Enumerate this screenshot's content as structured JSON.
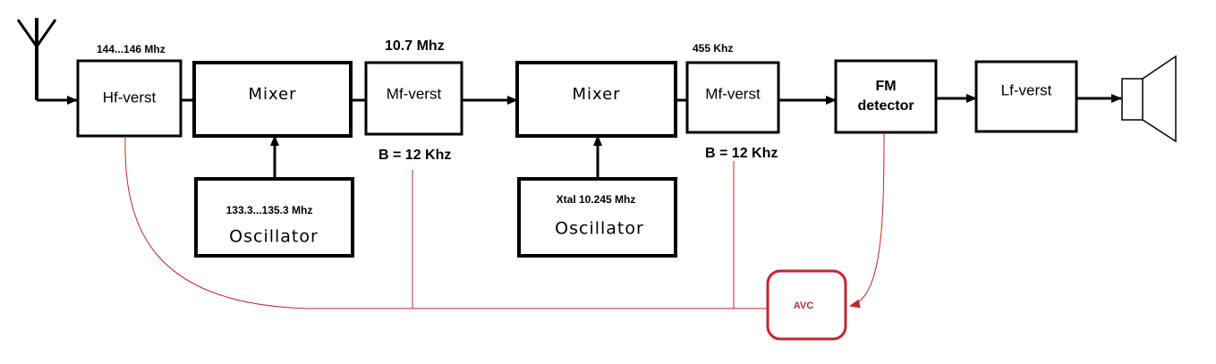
{
  "colors": {
    "line": "#000000",
    "avc": "#c0282d"
  },
  "blocks": {
    "hf_verst": "Hf-verst",
    "mixer1": "Mixer",
    "oscillator1": "Oscillator",
    "mf_verst1": "Mf-verst",
    "mixer2": "Mixer",
    "oscillator2": "Oscillator",
    "mf_verst2": "Mf-verst",
    "fm_detector_line1": "FM",
    "fm_detector_line2": "detector",
    "lf_verst": "Lf-verst",
    "avc": "AVC"
  },
  "labels": {
    "hf_freq": "144...146 Mhz",
    "if1_freq": "10.7 Mhz",
    "if2_freq": "455 Khz",
    "bandwidth1": "B = 12 Khz",
    "bandwidth2": "B = 12 Khz",
    "osc1_freq": "133.3...135.3 Mhz",
    "osc2_freq": "Xtal  10.245 Mhz"
  },
  "icons": [
    "antenna-icon",
    "speaker-icon"
  ]
}
